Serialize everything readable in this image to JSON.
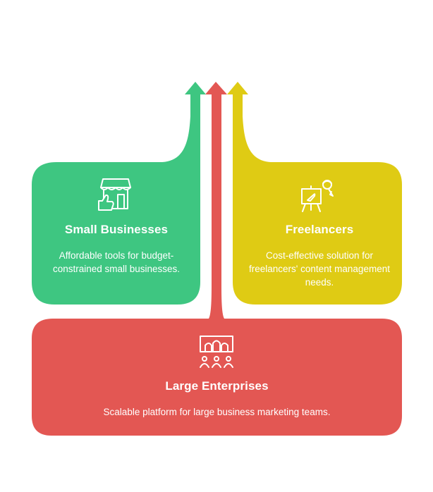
{
  "colors": {
    "green": "#3ec681",
    "yellow": "#dfcb14",
    "red": "#e35753",
    "text": "#ffffff"
  },
  "segments": [
    {
      "id": "small",
      "title": "Small Businesses",
      "description": "Affordable tools for budget-constrained small businesses.",
      "icon": "storefront-thumbs-up-icon"
    },
    {
      "id": "freelancers",
      "title": "Freelancers",
      "description": "Cost-effective solution for freelancers' content management needs.",
      "icon": "easel-painter-icon"
    },
    {
      "id": "large",
      "title": "Large Enterprises",
      "description": "Scalable platform for large business marketing teams.",
      "icon": "team-building-icon"
    }
  ]
}
